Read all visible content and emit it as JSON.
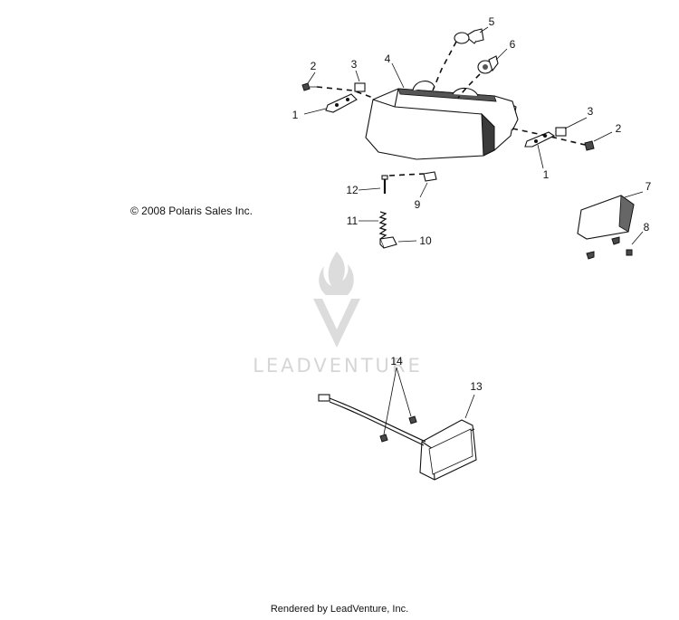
{
  "copyright": "© 2008 Polaris Sales Inc.",
  "footer": "Rendered by LeadVenture, Inc.",
  "watermark": {
    "text": "LEADVENTURE",
    "color": "#d6d6d6"
  },
  "callouts": {
    "c1a": "1",
    "c1b": "1",
    "c2a": "2",
    "c2b": "2",
    "c3a": "3",
    "c3b": "3",
    "c4": "4",
    "c5": "5",
    "c6": "6",
    "c7": "7",
    "c8": "8",
    "c9": "9",
    "c10": "10",
    "c11": "11",
    "c12": "12",
    "c13": "13",
    "c14": "14"
  }
}
